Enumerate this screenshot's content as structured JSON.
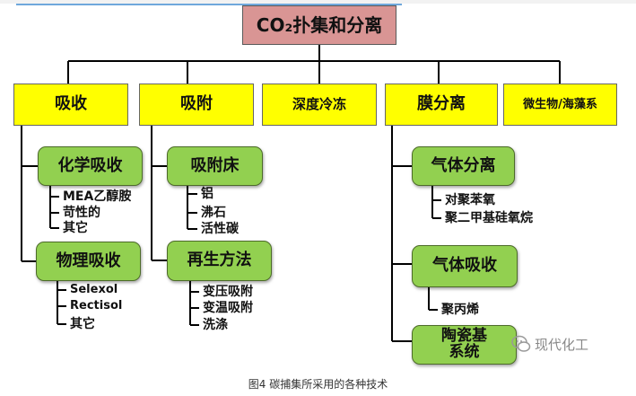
{
  "root": "CO₂扑集和分离",
  "categories": {
    "absorb": "吸收",
    "adsorb": "吸附",
    "cryo": "深度冷冻",
    "membrane": "膜分离",
    "bio": "微生物/海藻系"
  },
  "subs": {
    "chem_absorb": "化学吸收",
    "phys_absorb": "物理吸收",
    "adsorb_bed": "吸附床",
    "regen": "再生方法",
    "gas_sep": "气体分离",
    "gas_absorb": "气体吸收",
    "ceramic": "陶瓷基系统"
  },
  "leaves": {
    "chem": [
      "MEA乙醇胺",
      "苛性的",
      "其它"
    ],
    "phys": [
      "Selexol",
      "Rectisol",
      "其它"
    ],
    "bed": [
      "铝",
      "沸石",
      "活性碳"
    ],
    "regen": [
      "变压吸附",
      "变温吸附",
      "洗涤"
    ],
    "gassep": [
      "对聚苯氧",
      "聚二甲基硅氧烷"
    ],
    "gasabs": [
      "聚丙烯"
    ]
  },
  "caption": "图4  碳捕集所采用的各种技术",
  "watermark": "现代化工"
}
